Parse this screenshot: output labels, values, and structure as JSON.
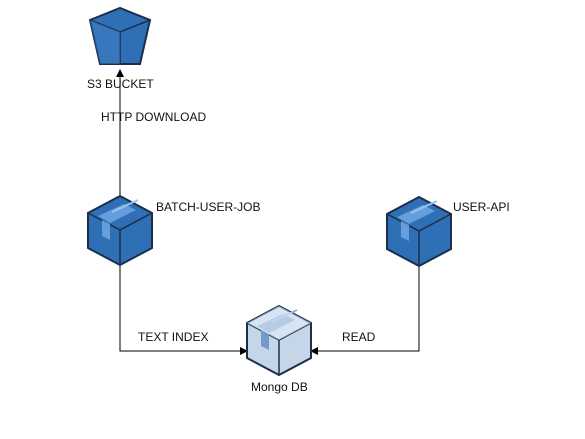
{
  "nodes": {
    "s3": {
      "label": "S3 BUCKET",
      "icon": "bucket-icon"
    },
    "batch": {
      "label": "BATCH-USER-JOB",
      "icon": "container-cube-icon"
    },
    "api": {
      "label": "USER-API",
      "icon": "container-cube-icon"
    },
    "mongo": {
      "label": "Mongo DB",
      "icon": "database-cube-icon"
    }
  },
  "edges": {
    "batch_to_s3": {
      "label": "HTTP DOWNLOAD"
    },
    "batch_to_mongo": {
      "label": "TEXT INDEX"
    },
    "api_to_mongo": {
      "label": "READ"
    }
  },
  "colors": {
    "node_fill": "#2f6fb6",
    "node_fill_light": "#5b98d6",
    "node_stroke": "#1b2f4a",
    "db_fill": "#c6d6e9",
    "db_fill_light": "#e3ecf6",
    "line": "#000000",
    "background": "#ffffff"
  }
}
